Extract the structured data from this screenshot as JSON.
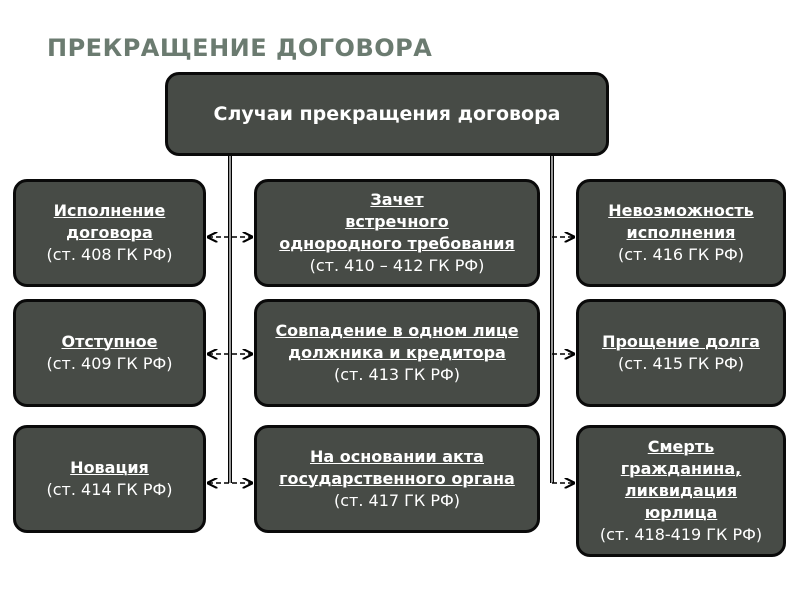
{
  "slide": {
    "title": "ПРЕКРАЩЕНИЕ ДОГОВОРА",
    "root": "Случаи прекращения договора",
    "left": [
      {
        "lines": [
          "Исполнение",
          "договора"
        ],
        "ref": "(ст. 408 ГК РФ)"
      },
      {
        "lines": [
          "Отступное"
        ],
        "ref": "(ст. 409 ГК РФ)"
      },
      {
        "lines": [
          "Новация"
        ],
        "ref": "(ст. 414 ГК РФ)"
      }
    ],
    "center": [
      {
        "lines": [
          "Зачет",
          "встречного",
          "однородного требования"
        ],
        "ref": "(ст. 410 – 412 ГК РФ)"
      },
      {
        "lines": [
          "Совпадение в одном лице",
          "должника и кредитора"
        ],
        "ref": "(ст. 413 ГК РФ)"
      },
      {
        "lines": [
          "На основании акта",
          "государственного органа"
        ],
        "ref": "(ст. 417 ГК РФ)"
      }
    ],
    "right": [
      {
        "lines": [
          "Невозможность",
          "исполнения"
        ],
        "ref": "(ст. 416 ГК РФ)"
      },
      {
        "lines": [
          "Прощение долга"
        ],
        "ref": "(ст. 415 ГК РФ)"
      },
      {
        "lines": [
          "Смерть",
          "гражданина,",
          "ликвидация",
          "юрлица"
        ],
        "ref": "(ст. 418-419 ГК РФ)"
      }
    ]
  },
  "colors": {
    "box_fill": "#474b46",
    "box_border": "#0a0a0a",
    "title": "#6b7b70",
    "connector": "#000000"
  }
}
